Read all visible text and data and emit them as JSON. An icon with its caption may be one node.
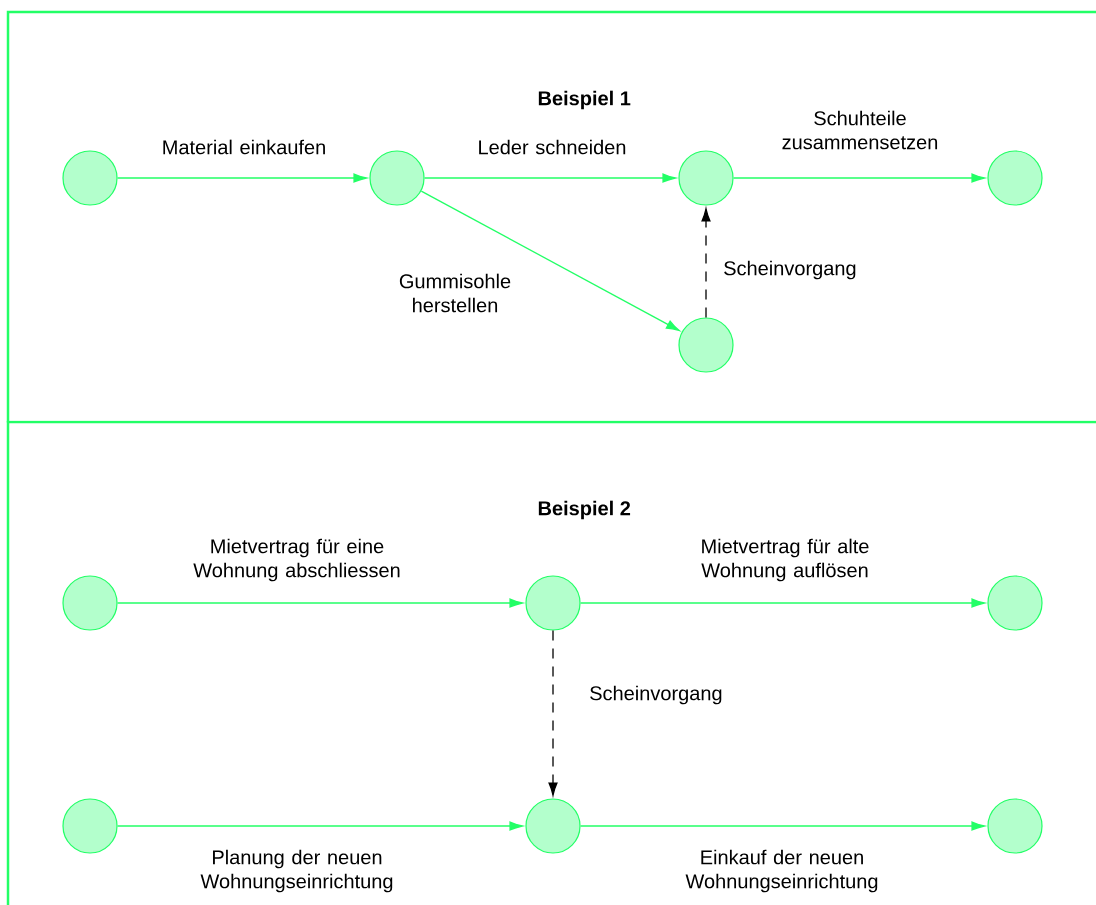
{
  "diagram": {
    "nodes": [
      {
        "text": [
          "Beispiel 1"
        ]
      },
      {
        "text": [],
        "shape": "circle",
        "in": 0
      },
      {
        "text": [],
        "shape": "circle",
        "in": 0
      },
      {
        "text": [],
        "shape": "circle",
        "in": 0
      },
      {
        "text": [],
        "shape": "circle",
        "in": 0
      },
      {
        "text": [],
        "shape": "circle",
        "in": 0
      },
      {
        "text": [
          "Beispiel 2"
        ]
      },
      {
        "text": [],
        "shape": "circle",
        "in": 6
      },
      {
        "text": [],
        "shape": "circle",
        "in": 6
      },
      {
        "text": [],
        "shape": "circle",
        "in": 6
      },
      {
        "text": [],
        "shape": "circle",
        "in": 6
      },
      {
        "text": [],
        "shape": "circle",
        "in": 6
      },
      {
        "text": [],
        "shape": "circle",
        "in": 6
      }
    ],
    "edges": [
      {
        "from": 1,
        "to": 2,
        "arrow": "to",
        "label": "Material einkaufen"
      },
      {
        "from": 2,
        "to": 3,
        "arrow": "to",
        "label": "Leder schneiden"
      },
      {
        "from": 3,
        "to": 4,
        "arrow": "to",
        "label": "Schuhteile zusammensetzen"
      },
      {
        "from": 2,
        "to": 5,
        "arrow": "to",
        "label": "Gummisohle herstellen"
      },
      {
        "from": 5,
        "to": 3,
        "arrow": "to",
        "label": "Scheinvorgang",
        "style": "dashed",
        "color": "#000000"
      },
      {
        "from": 7,
        "to": 8,
        "arrow": "to",
        "label": "Mietvertrag für eine Wohnung abschliessen"
      },
      {
        "from": 8,
        "to": 9,
        "arrow": "to",
        "label": "Mietvertrag für alte Wohnung auflösen"
      },
      {
        "from": 8,
        "to": 11,
        "arrow": "to",
        "label": "Scheinvorgang",
        "style": "dashed",
        "color": "#000000"
      },
      {
        "from": 10,
        "to": 11,
        "arrow": "to",
        "label": "Planung der neuen Wohnungseinrichtung"
      },
      {
        "from": 11,
        "to": 12,
        "arrow": "to",
        "label": "Einkauf der neuen Wohnungseinrichtung"
      }
    ]
  }
}
